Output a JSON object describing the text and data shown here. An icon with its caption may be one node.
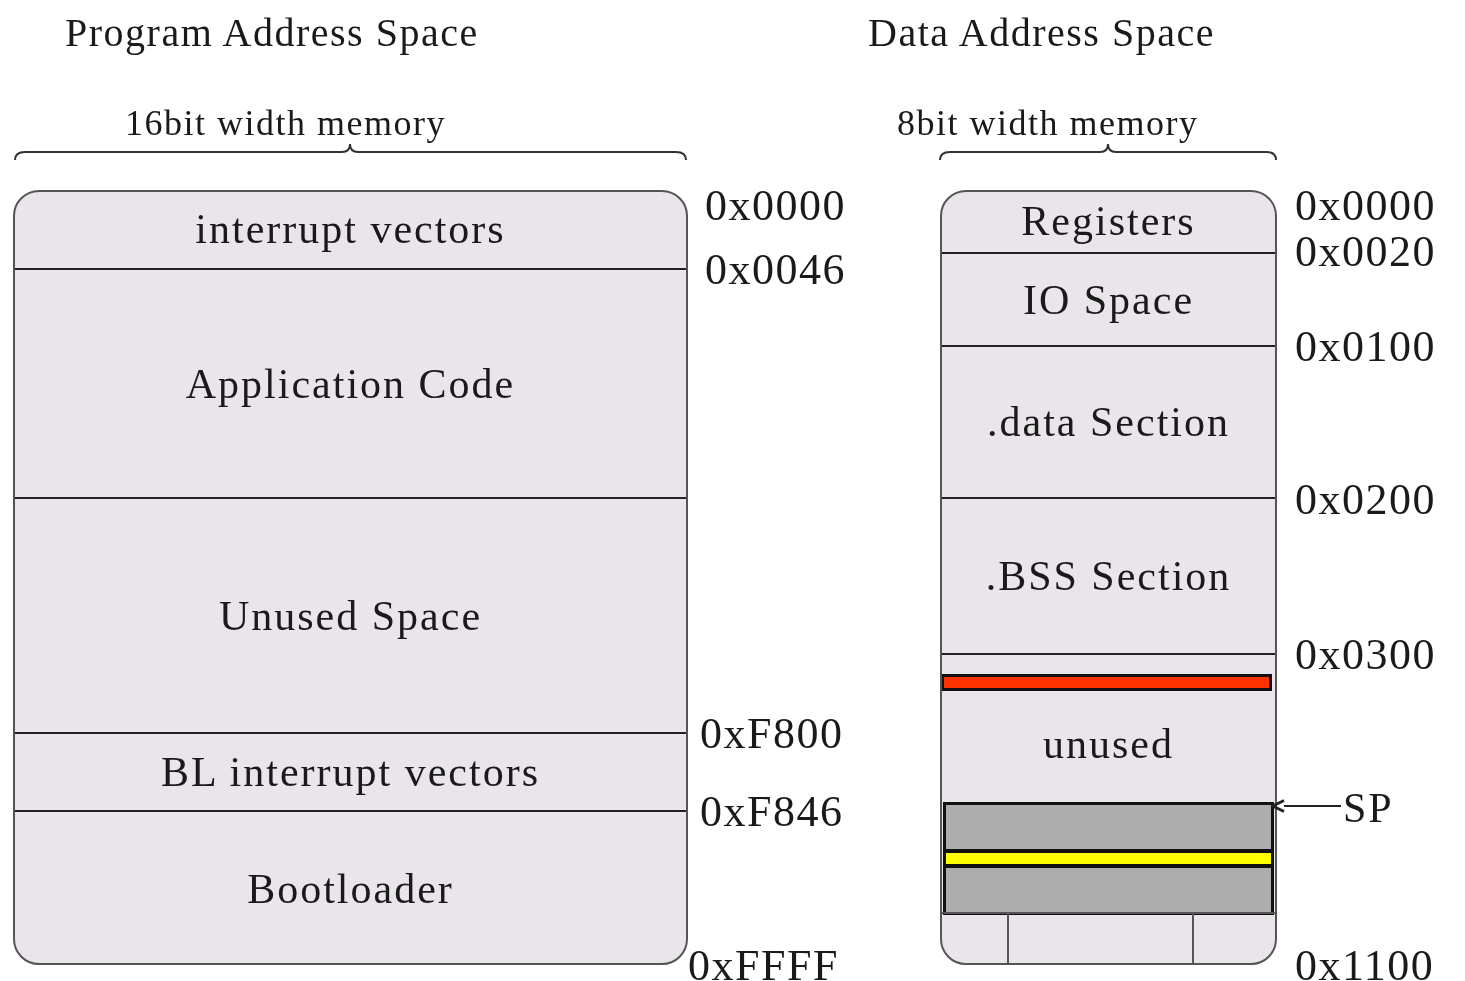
{
  "diagram": {
    "nodes": [
      {
        "text": [],
        "shape": "box"
      },
      {
        "text": [
          "interrupt vectors"
        ],
        "in": 0
      },
      {
        "text": [
          "Application Code"
        ],
        "in": 0
      },
      {
        "text": [
          "Unused Space"
        ],
        "in": 0
      },
      {
        "text": [
          "BL interrupt vectors"
        ],
        "in": 0
      },
      {
        "text": [
          "Bootloader"
        ],
        "in": 0
      },
      {
        "text": [],
        "shape": "box"
      },
      {
        "text": [
          "Registers"
        ],
        "in": 6
      },
      {
        "text": [
          "IO Space"
        ],
        "in": 6
      },
      {
        "text": [
          ".data Section"
        ],
        "in": 6
      },
      {
        "text": [
          ".BSS Section"
        ],
        "in": 6
      },
      {
        "text": [
          "unused"
        ],
        "in": 6
      },
      {
        "text": [],
        "shape": "bar",
        "in": 11
      },
      {
        "text": [],
        "shape": "bar",
        "in": 6
      },
      {
        "text": [],
        "shape": "bar",
        "in": 6
      },
      {
        "text": [],
        "shape": "bar",
        "in": 6
      },
      {
        "text": [],
        "shape": "box",
        "in": 6
      },
      {
        "text": [],
        "shape": "box",
        "in": 6
      },
      {
        "text": [],
        "shape": "box",
        "in": 6
      },
      {
        "text": [
          "SP"
        ]
      }
    ],
    "edges": [
      {
        "from": 19,
        "to": 13,
        "arrow": "to"
      }
    ],
    "labels": [
      "Program Address Space",
      "Data Address Space",
      "16bit width memory",
      "8bit width memory",
      "0x0000",
      "0x0046",
      "0x0000",
      "0x0020",
      "0x0100",
      "0x0200",
      "0x0300",
      "0xF800",
      "0xF846",
      "0xFFFF",
      "0x1100"
    ]
  }
}
